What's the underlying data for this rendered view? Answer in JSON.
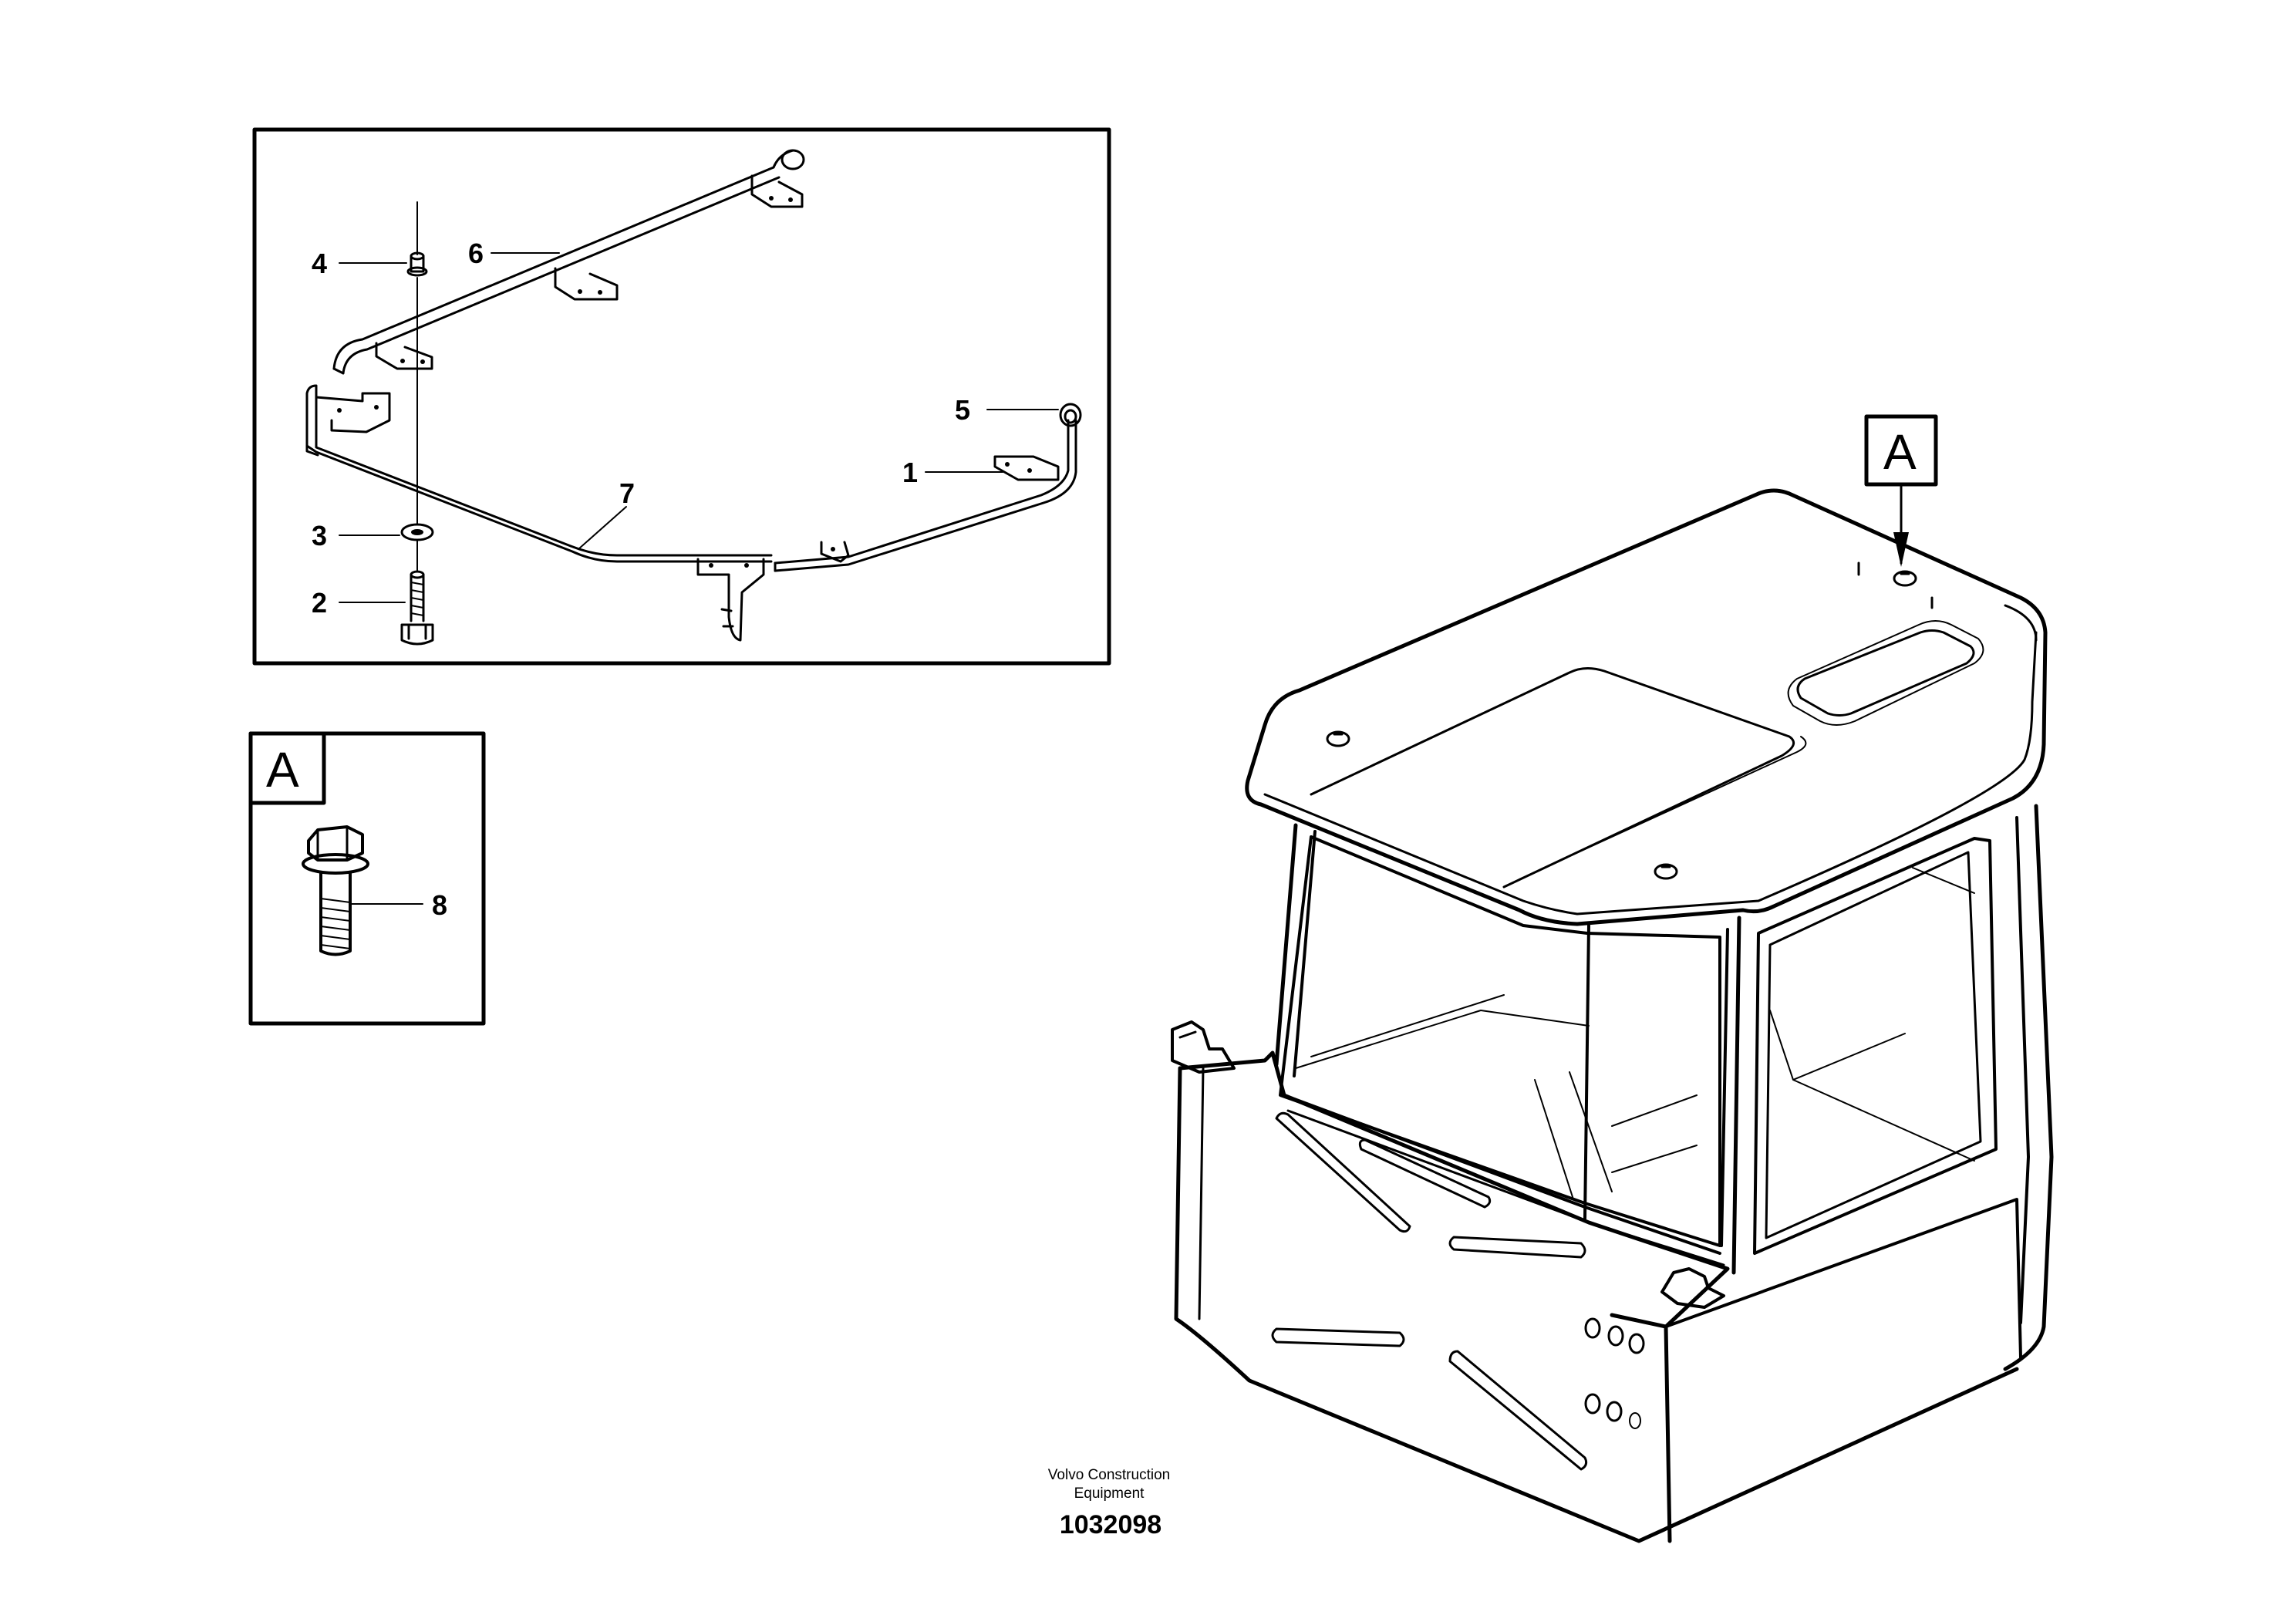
{
  "callouts": {
    "c1": "1",
    "c2": "2",
    "c3": "3",
    "c4": "4",
    "c5": "5",
    "c6": "6",
    "c7": "7",
    "c8": "8"
  },
  "detail_view": {
    "letter": "A"
  },
  "view_marker": {
    "letter": "A"
  },
  "footer": {
    "company_line1": "Volvo Construction",
    "company_line2": "Equipment",
    "document_number": "1032098"
  }
}
